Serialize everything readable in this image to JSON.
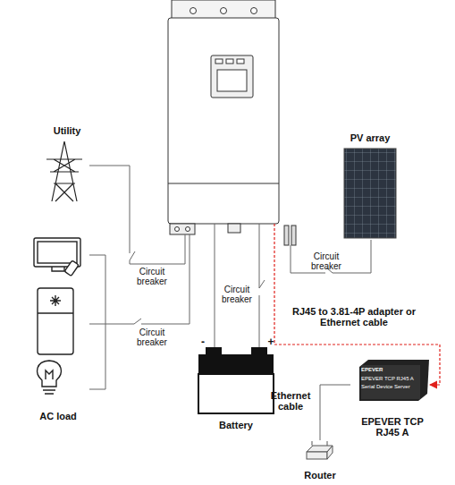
{
  "diagram": {
    "nodes": [
      {
        "text": [
          "Utility"
        ]
      },
      {
        "text": [
          "PV array"
        ]
      },
      {
        "text": [
          "AC load"
        ]
      },
      {
        "text": [
          "Battery"
        ]
      },
      {
        "text": [
          "EPEVER TCP RJ45 A"
        ]
      },
      {
        "text": [
          "Router"
        ]
      }
    ],
    "edges": [
      {
        "from": 4,
        "to": 5,
        "label": "Ethernet cable",
        "arrow": "none"
      }
    ],
    "labels": [
      "Circuit breaker",
      "Circuit breaker",
      "Circuit breaker",
      "Circuit breaker",
      "-",
      "+",
      "RJ45 to 3.81-4P adapter or Ethernet cable",
      "EPEVER",
      "EPEVER TCP RJ45 A",
      "Serial Device Server"
    ]
  }
}
